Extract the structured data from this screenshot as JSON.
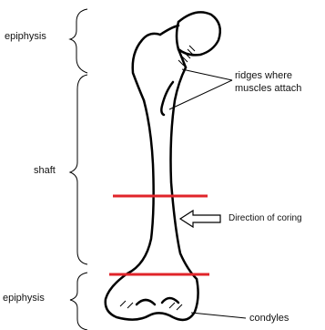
{
  "labels": {
    "epiphysis_top": "epiphysis",
    "shaft": "shaft",
    "epiphysis_bottom": "epiphysis",
    "ridges_line1": "ridges where",
    "ridges_line2": "muscles attach",
    "direction": "Direction of coring",
    "condyles": "condyles"
  },
  "colors": {
    "outline": "#000000",
    "cut_lines": "#e0242a",
    "text": "#111111",
    "background": "#ffffff"
  },
  "icons": {
    "direction_arrow": "hollow-left-arrow"
  }
}
